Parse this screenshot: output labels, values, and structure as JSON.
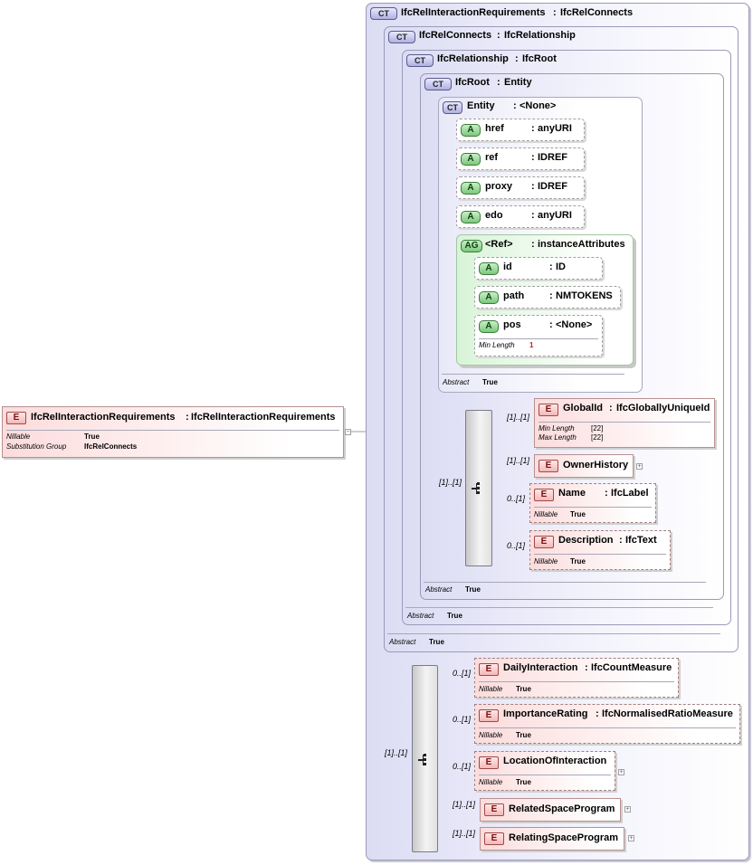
{
  "diagram": {
    "root_element": {
      "badge": "E",
      "name": "IfcRelInteractionRequirements",
      "type": "IfcRelInteractionRequirements",
      "props": [
        {
          "key": "Nillable",
          "value": "True"
        },
        {
          "key": "Substitution Group",
          "value": "IfcRelConnects"
        }
      ]
    },
    "sep": ":",
    "complex_types": [
      {
        "badge": "CT",
        "name": "IfcRelInteractionRequirements",
        "base": "IfcRelConnects"
      },
      {
        "badge": "CT",
        "name": "IfcRelConnects",
        "base": "IfcRelationship"
      },
      {
        "badge": "CT",
        "name": "IfcRelationship",
        "base": "IfcRoot"
      },
      {
        "badge": "CT",
        "name": "IfcRoot",
        "base": "Entity"
      },
      {
        "badge": "CT",
        "name": "Entity",
        "base": "<None>"
      }
    ],
    "entity_attributes": [
      {
        "badge": "A",
        "name": "href",
        "type": "anyURI"
      },
      {
        "badge": "A",
        "name": "ref",
        "type": "IDREF"
      },
      {
        "badge": "A",
        "name": "proxy",
        "type": "IDREF"
      },
      {
        "badge": "A",
        "name": "edo",
        "type": "anyURI"
      }
    ],
    "attribute_group": {
      "badge": "AG",
      "name": "<Ref>",
      "type": "instanceAttributes",
      "attributes": [
        {
          "badge": "A",
          "name": "id",
          "type": "ID"
        },
        {
          "badge": "A",
          "name": "path",
          "type": "NMTOKENS"
        },
        {
          "badge": "A",
          "name": "pos",
          "type": "<None>",
          "facet_key": "Min Length",
          "facet_value": "1"
        }
      ]
    },
    "abstract": {
      "key": "Abstract",
      "value": "True"
    },
    "ifcroot_sequence": {
      "cardinality": "[1]..[1]",
      "elements": [
        {
          "badge": "E",
          "name": "GlobalId",
          "type": "IfcGloballyUniqueId",
          "card": "[1]..[1]",
          "facets": [
            {
              "key": "Min Length",
              "value": "[22]"
            },
            {
              "key": "Max Length",
              "value": "[22]"
            }
          ]
        },
        {
          "badge": "E",
          "name": "OwnerHistory",
          "type": "",
          "card": "[1]..[1]",
          "expand": "+"
        },
        {
          "badge": "E",
          "name": "Name",
          "type": "IfcLabel",
          "card": "0..[1]",
          "facets": [
            {
              "key": "Nillable",
              "value": "True"
            }
          ]
        },
        {
          "badge": "E",
          "name": "Description",
          "type": "IfcText",
          "card": "0..[1]",
          "facets": [
            {
              "key": "Nillable",
              "value": "True"
            }
          ]
        }
      ]
    },
    "outer_sequence": {
      "cardinality": "[1]..[1]",
      "elements": [
        {
          "badge": "E",
          "name": "DailyInteraction",
          "type": "IfcCountMeasure",
          "card": "0..[1]",
          "facets": [
            {
              "key": "Nillable",
              "value": "True"
            }
          ]
        },
        {
          "badge": "E",
          "name": "ImportanceRating",
          "type": "IfcNormalisedRatioMeasure",
          "card": "0..[1]",
          "facets": [
            {
              "key": "Nillable",
              "value": "True"
            }
          ]
        },
        {
          "badge": "E",
          "name": "LocationOfInteraction",
          "type": "",
          "card": "0..[1]",
          "expand": "+",
          "facets": [
            {
              "key": "Nillable",
              "value": "True"
            }
          ]
        },
        {
          "badge": "E",
          "name": "RelatedSpaceProgram",
          "type": "",
          "card": "[1]..[1]",
          "expand": "+"
        },
        {
          "badge": "E",
          "name": "RelatingSpaceProgram",
          "type": "",
          "card": "[1]..[1]",
          "expand": "+"
        }
      ]
    },
    "collapse_symbol": "−"
  }
}
